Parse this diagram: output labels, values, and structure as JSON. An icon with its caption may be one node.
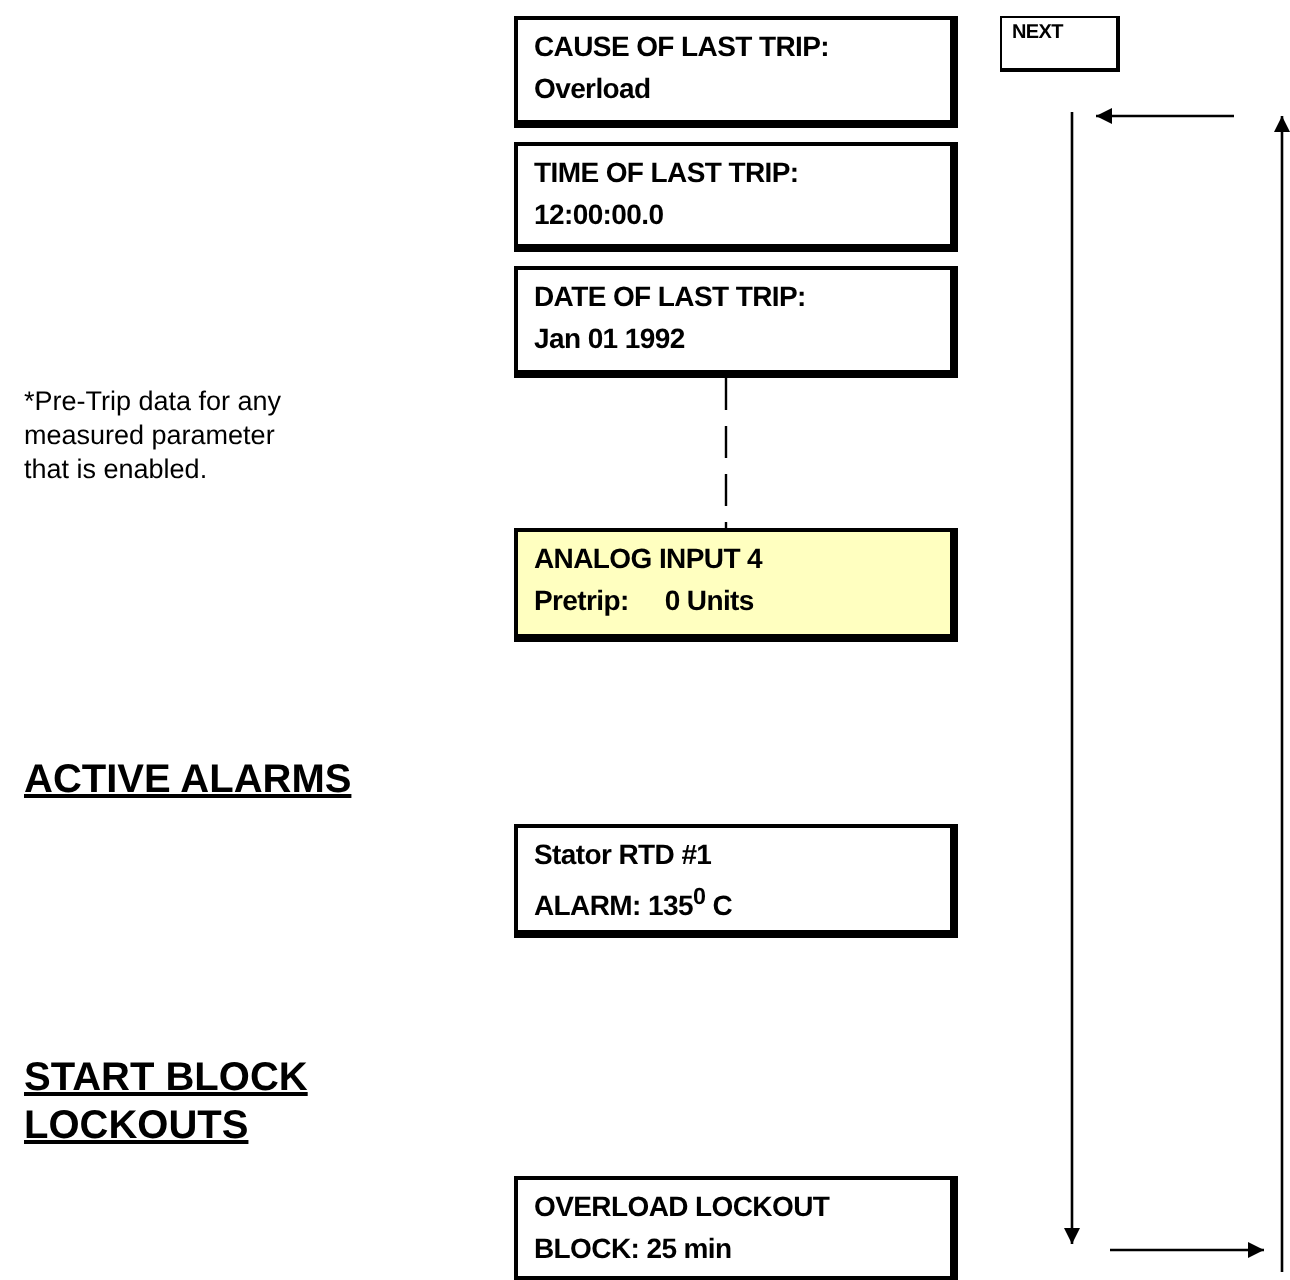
{
  "diagram": {
    "nodes": [
      {
        "text": [
          "CAUSE OF LAST TRIP:",
          "Overload"
        ]
      },
      {
        "text": [
          "TIME OF LAST TRIP:",
          "12:00:00.0"
        ]
      },
      {
        "text": [
          "DATE OF LAST TRIP:",
          "Jan 01 1992"
        ]
      },
      {
        "text": [
          "ANALOG INPUT 4",
          "Pretrip:     0 Units"
        ]
      },
      {
        "text": [
          "Stator RTD #1",
          "ALARM: 135$^{0}$ C"
        ]
      },
      {
        "text": [
          "OVERLOAD LOCKOUT",
          "BLOCK: 25 min"
        ]
      },
      {
        "text": [
          "NEXT"
        ]
      }
    ],
    "edges": [
      {
        "from": 2,
        "to": 3,
        "arrow": "none",
        "style": "dashed"
      }
    ],
    "labels": [
      "*Pre-Trip data for any measured parameter that is enabled.",
      "ACTIVE ALARMS",
      "START BLOCK LOCKOUTS"
    ]
  }
}
